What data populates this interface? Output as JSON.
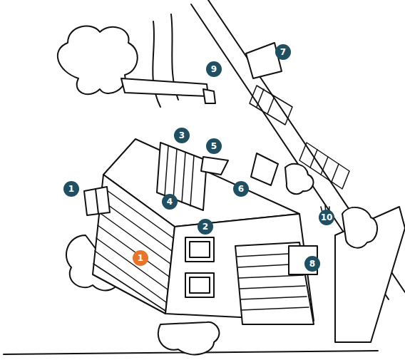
{
  "diagram": {
    "labels": [
      "1",
      "2",
      "3",
      "4",
      "5",
      "6",
      "7",
      "8",
      "9",
      "10",
      "1"
    ]
  }
}
